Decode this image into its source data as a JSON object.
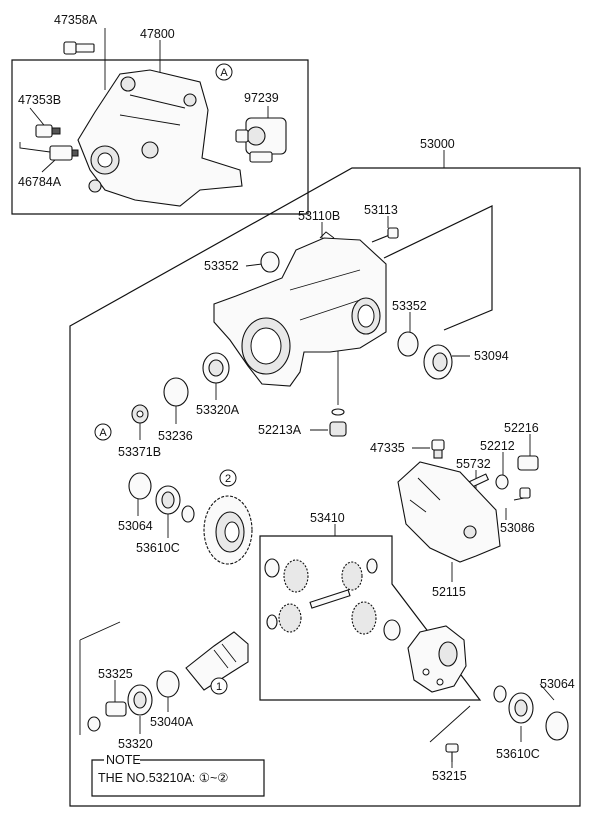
{
  "labels": {
    "p47358A": "47358A",
    "p47800": "47800",
    "p47353B": "47353B",
    "p97239": "97239",
    "p46784A": "46784A",
    "p53000": "53000",
    "p53110B": "53110B",
    "p53113": "53113",
    "p53352a": "53352",
    "p53352b": "53352",
    "p53094": "53094",
    "p53320A": "53320A",
    "p53236": "53236",
    "p53371B": "53371B",
    "p52213A": "52213A",
    "p47335": "47335",
    "p52216": "52216",
    "p52212": "52212",
    "p55732": "55732",
    "p53086": "53086",
    "p52115": "52115",
    "p53064a": "53064",
    "p53610Ca": "53610C",
    "p53410": "53410",
    "p53325": "53325",
    "p53320": "53320",
    "p53040A": "53040A",
    "p53064b": "53064",
    "p53610Cb": "53610C",
    "p53215": "53215"
  },
  "markers": {
    "ref_a_top": "A",
    "ref_a_left": "A",
    "ref_2": "2",
    "ref_1": "1"
  },
  "note": {
    "title": "NOTE",
    "text": "THE NO.53210A: ①~②"
  }
}
